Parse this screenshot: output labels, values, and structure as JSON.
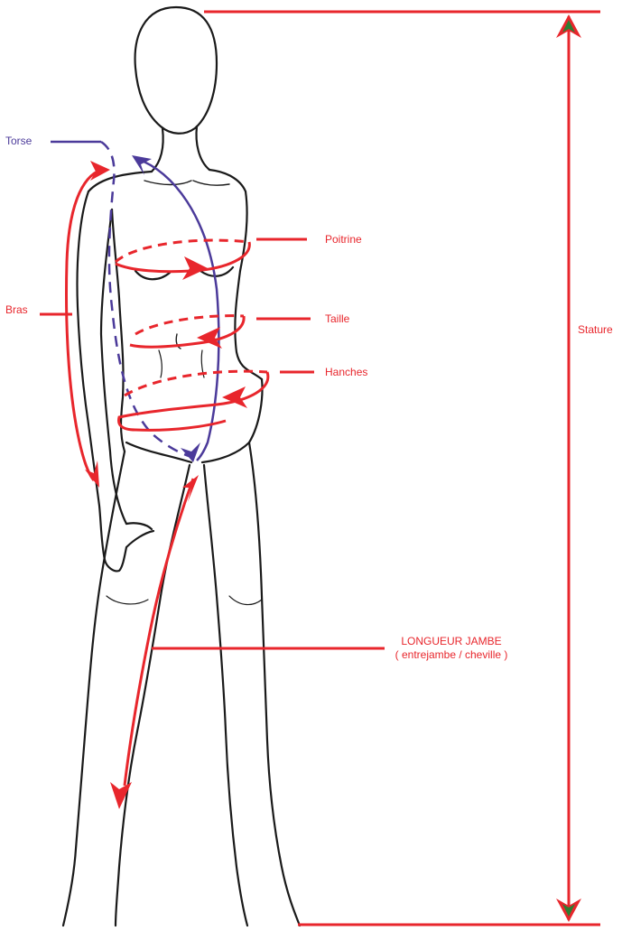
{
  "labels": {
    "torso": "Torse",
    "arm": "Bras",
    "chest": "Poitrine",
    "waist": "Taille",
    "hips": "Hanches",
    "height": "Stature",
    "leg_length_title": "LONGUEUR JAMBE",
    "leg_length_note": "( entrejambe / cheville )"
  },
  "colors": {
    "measure_red": "#e8262c",
    "torso_blue": "#4b3a9a",
    "outline": "#1a1a1a",
    "arrowhead_green": "#2e7d32"
  }
}
